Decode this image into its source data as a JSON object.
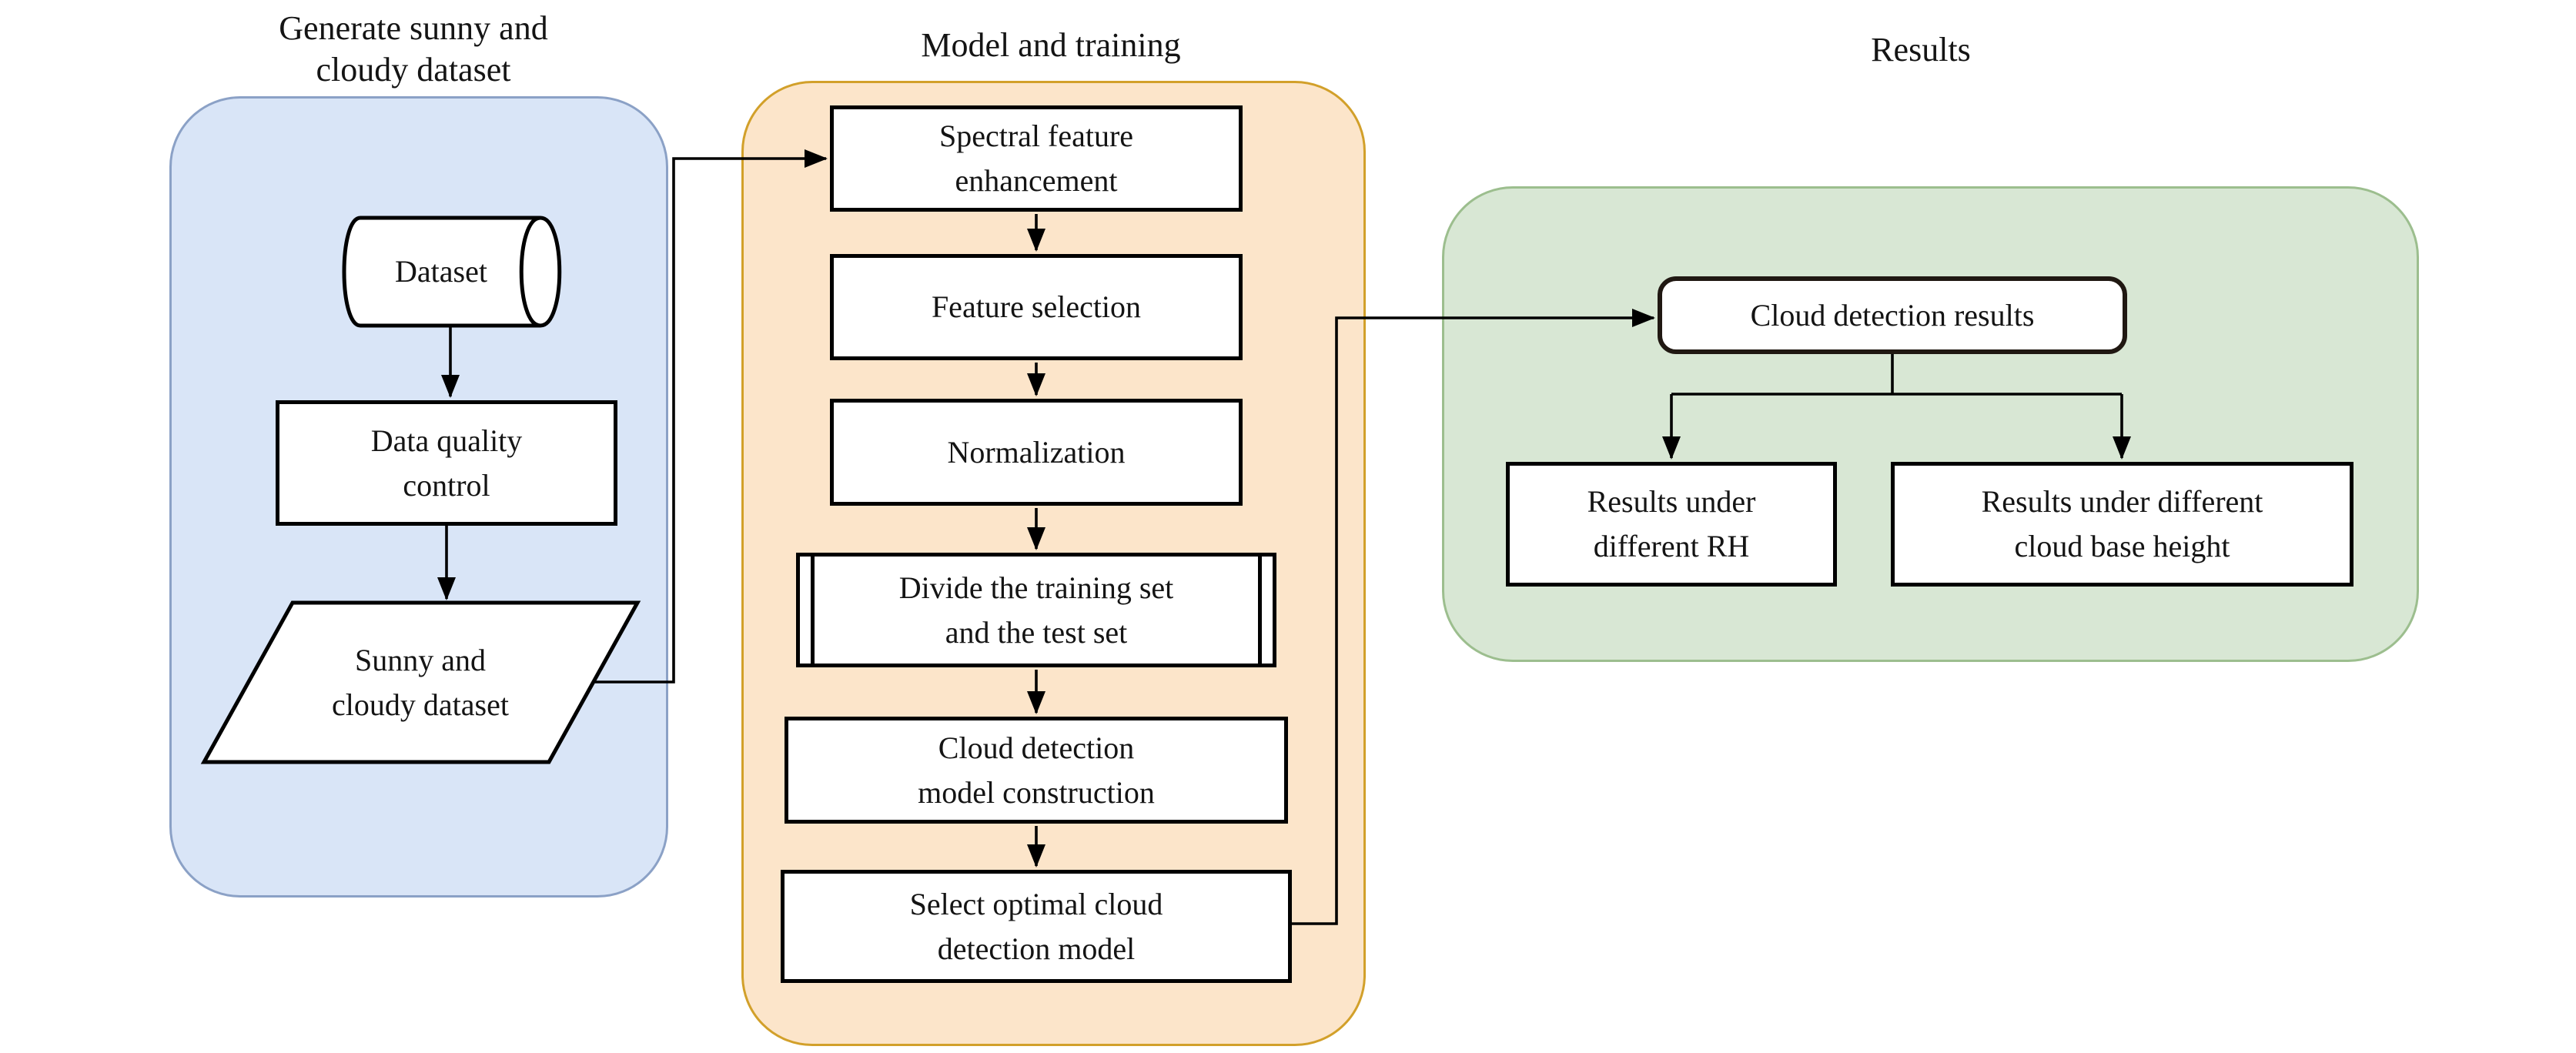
{
  "titles": {
    "generate": "Generate sunny and\ncloudy dataset",
    "model": "Model and training",
    "results": "Results"
  },
  "nodes": {
    "dataset": "Dataset",
    "data_quality": "Data quality\ncontrol",
    "sunny_cloudy": "Sunny and\ncloudy dataset",
    "spectral": "Spectral feature\nenhancement",
    "feature_selection": "Feature selection",
    "normalization": "Normalization",
    "divide": "Divide the training set\nand the test set",
    "construction": "Cloud detection\nmodel construction",
    "select_optimal": "Select optimal cloud\ndetection model",
    "cloud_results": "Cloud detection results",
    "results_rh": "Results under\ndifferent RH",
    "results_cbh": "Results under different\ncloud base height"
  },
  "colors": {
    "blue_fill": "#d9e5f7",
    "blue_border": "#8ba1c6",
    "orange_fill": "#fce5ca",
    "orange_border": "#d2a02a",
    "green_fill": "#d8e7d4",
    "green_border": "#9cbe8e",
    "node_border": "#000000",
    "node_fill": "#ffffff",
    "rounded_node_border": "#201812",
    "text": "#141414"
  }
}
